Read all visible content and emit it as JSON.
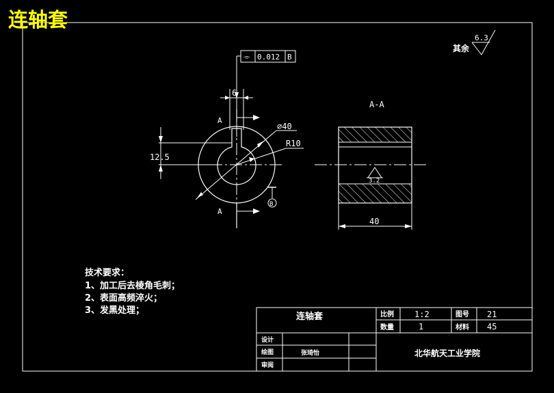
{
  "drawing": {
    "title_corner": "连轴套",
    "roughness_other": "其余",
    "roughness_other_value": "6.3",
    "section_label": "A-A",
    "cut_mark_top": "A",
    "cut_mark_bottom": "A",
    "tolerance_symbol": "⌯",
    "tolerance_value": "0.012",
    "tolerance_datum": "B",
    "dim_keyway_width": "6",
    "dim_key_depth": "12.5",
    "dim_outer_diameter": "⌀40",
    "dim_radius": "R10",
    "datum_label": "B",
    "section_roughness": "3.2",
    "dim_length": "40"
  },
  "requirements": {
    "heading": "技术要求：",
    "items": [
      "1、加工后去棱角毛刺；",
      "2、表面高频淬火；",
      "3、发黑处理；"
    ]
  },
  "title_block": {
    "part_name": "连轴套",
    "scale_label": "比例",
    "scale_value": "1:2",
    "drawing_no_label": "图号",
    "drawing_no_value": "21",
    "quantity_label": "数量",
    "quantity_value": "1",
    "material_label": "材料",
    "material_value": "45",
    "design_label": "设计",
    "draw_label": "绘图",
    "drafter_name": "张琦怡",
    "review_label": "审阅",
    "school": "北华航天工业学院"
  }
}
